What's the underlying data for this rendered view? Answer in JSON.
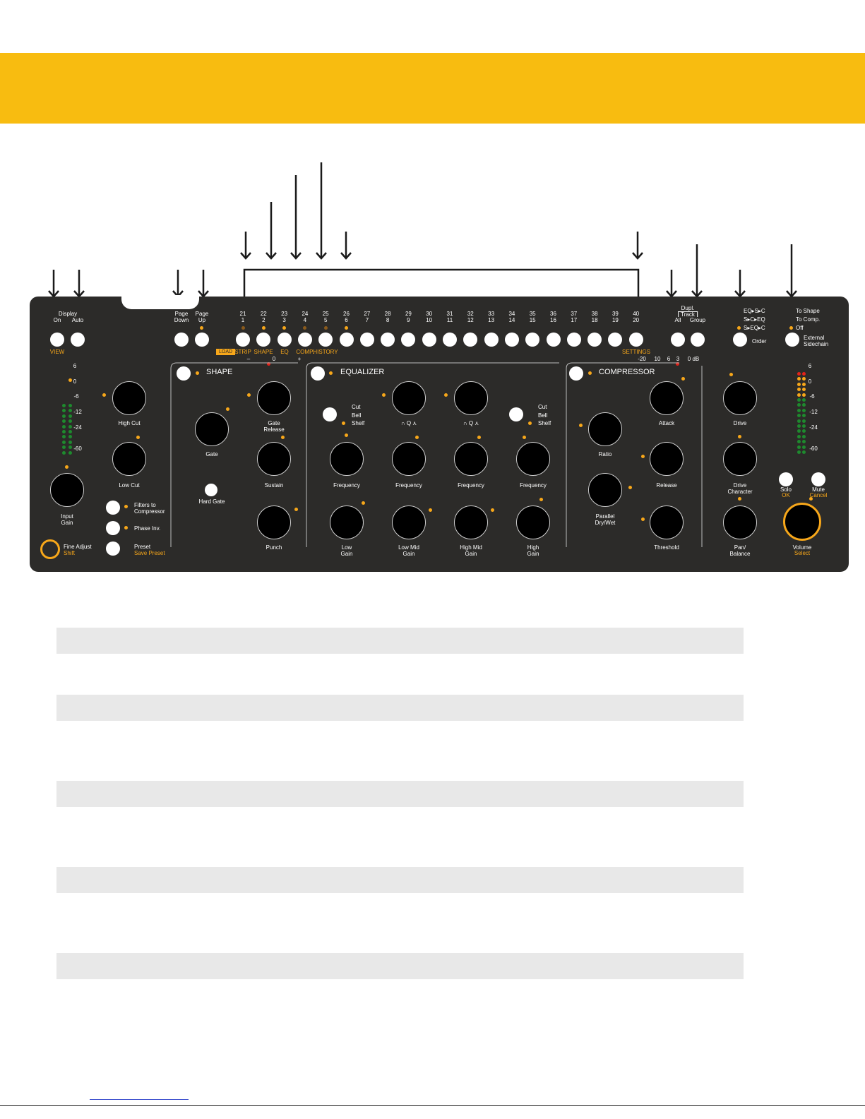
{
  "colors": {
    "accent": "#f8bc10",
    "panel": "#2c2b29",
    "led": "#f7a71a",
    "meter_green": "#1e8a2e",
    "meter_red": "#e2231a"
  },
  "left": {
    "display_label": "Display",
    "display_on": "On",
    "display_auto": "Auto",
    "view": "VIEW",
    "page_down": "Page\nDown",
    "page_up": "Page\nUp",
    "meter_scale": [
      "6",
      "0",
      "-6",
      "-12",
      "-24",
      "-60"
    ],
    "input_gain": "Input\nGain",
    "high_cut": "High Cut",
    "low_cut": "Low Cut",
    "filters_to_compressor": "Filters to\nCompressor",
    "phase_inv": "Phase Inv.",
    "preset": "Preset",
    "save_preset": "Save Preset",
    "fine_adjust": "Fine Adjust",
    "shift": "Shift"
  },
  "strip": {
    "top_numbers": [
      "21",
      "22",
      "23",
      "24",
      "25",
      "26",
      "27",
      "28",
      "29",
      "30",
      "31",
      "32",
      "33",
      "34",
      "35",
      "36",
      "37",
      "38",
      "39",
      "40"
    ],
    "bottom_numbers": [
      "1",
      "2",
      "3",
      "4",
      "5",
      "6",
      "7",
      "8",
      "9",
      "10",
      "11",
      "12",
      "13",
      "14",
      "15",
      "16",
      "17",
      "18",
      "19",
      "20"
    ],
    "load": "LOAD",
    "strip": "STRIP",
    "shape": "SHAPE",
    "eq": "EQ",
    "comp": "COMP.",
    "history": "HISTORY",
    "settings": "SETTINGS",
    "minus": "–",
    "zero": "0",
    "plus": "+",
    "db_scale": [
      "-20",
      "10",
      "6",
      "3",
      "0 dB"
    ]
  },
  "right_top": {
    "dupl": "Dupl.",
    "track": "Track",
    "all": "All",
    "group": "Group",
    "order_options": [
      "EQ▸S▸C",
      "S▸C▸EQ",
      "S▸EQ▸C"
    ],
    "order": "Order",
    "to_shape": "To Shape",
    "to_comp": "To Comp.",
    "off": "Off",
    "external_sidechain": "External\nSidechain"
  },
  "shape": {
    "title": "SHAPE",
    "gate": "Gate",
    "gate_release": "Gate\nRelease",
    "sustain": "Sustain",
    "hard_gate": "Hard Gate",
    "punch": "Punch"
  },
  "equalizer": {
    "title": "EQUALIZER",
    "filter_types": [
      "Cut",
      "Bell",
      "Shelf"
    ],
    "q_label": "∩  Q  ⋏",
    "frequency": "Frequency",
    "low_gain": "Low\nGain",
    "low_mid_gain": "Low Mid\nGain",
    "high_mid_gain": "High Mid\nGain",
    "high_gain": "High\nGain"
  },
  "compressor": {
    "title": "COMPRESSOR",
    "ratio": "Ratio",
    "attack": "Attack",
    "release": "Release",
    "parallel": "Parallel\nDry/Wet",
    "threshold": "Threshold"
  },
  "output": {
    "drive": "Drive",
    "drive_character": "Drive\nCharacter",
    "pan_balance": "Pan/\nBalance",
    "solo": "Solo",
    "ok": "OK",
    "mute": "Mute",
    "cancel": "Cancel",
    "volume": "Volume",
    "select": "Select",
    "meter_scale": [
      "6",
      "0",
      "-6",
      "-12",
      "-24",
      "-60"
    ]
  }
}
